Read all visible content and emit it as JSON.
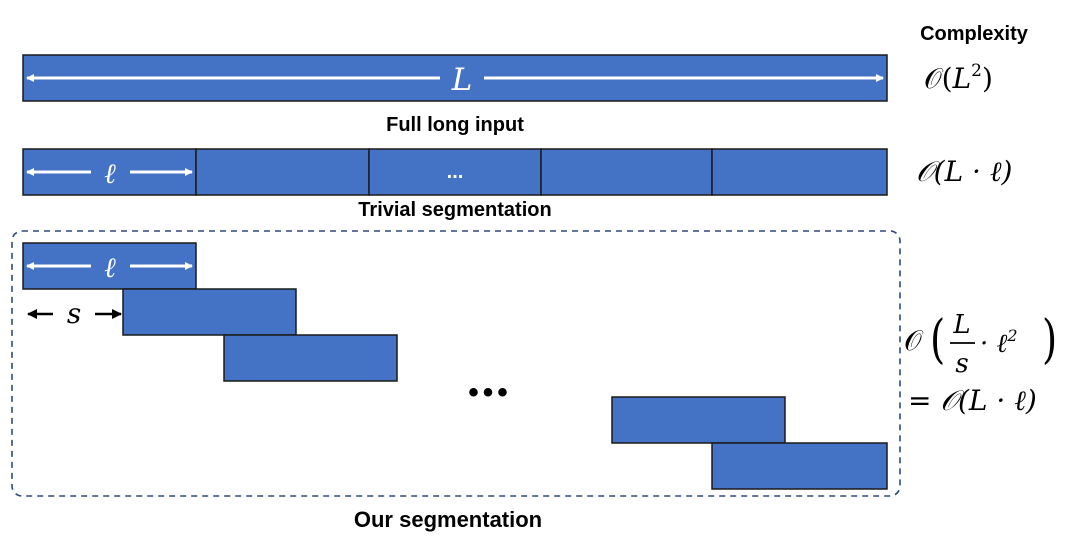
{
  "header": {
    "complexity_label": "Complexity"
  },
  "full_input": {
    "length_symbol": "L",
    "caption": "Full long input",
    "complexity": {
      "prefix": "𝒪(",
      "base": "L",
      "exponent": "2",
      "suffix": ")"
    }
  },
  "trivial": {
    "segment_symbol": "ℓ",
    "ellipsis": "...",
    "caption": "Trivial segmentation",
    "complexity": "𝒪(L · ℓ)"
  },
  "ours": {
    "segment_symbol": "ℓ",
    "stride_symbol": "s",
    "ellipsis": "•••",
    "caption": "Our segmentation",
    "complexity": {
      "prefix": "𝒪",
      "numerator": "L",
      "denominator": "s",
      "multiplier": "· ℓ",
      "exponent": "2",
      "equals": "= 𝒪(L · ℓ)"
    }
  },
  "colors": {
    "bar_fill": "#4472C4",
    "bar_stroke": "#1a1a1a",
    "arrow_white": "#ffffff",
    "dash_border": "#2F4A7A",
    "text": "#000000"
  }
}
